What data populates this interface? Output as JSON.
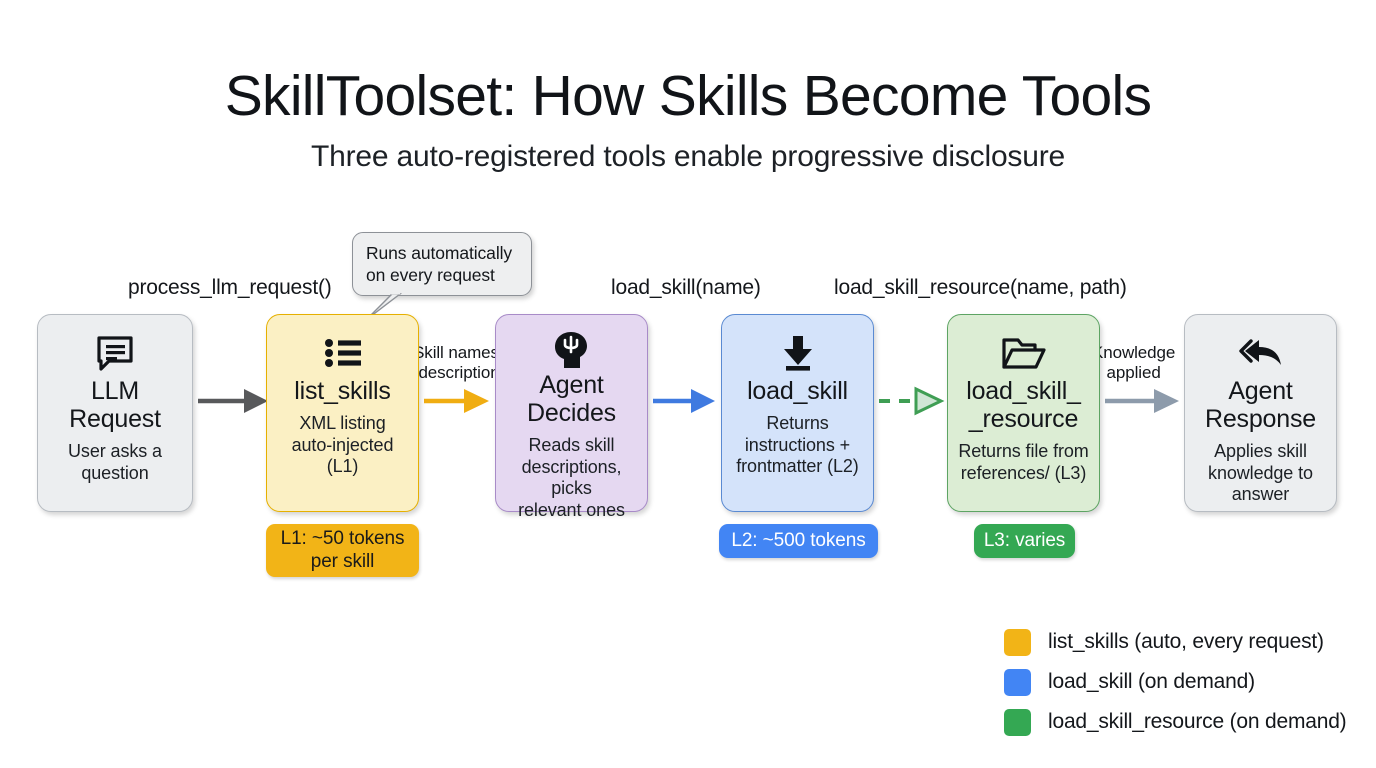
{
  "header": {
    "title": "SkillToolset: How Skills Become Tools",
    "subtitle": "Three auto-registered tools enable progressive disclosure"
  },
  "callout": {
    "line1": "Runs automatically",
    "line2": "on every request"
  },
  "fn_labels": {
    "process": "process_llm_request()",
    "load_skill": "load_skill(name)",
    "load_skill_resource": "load_skill_resource(name, path)"
  },
  "edge_labels": {
    "skill_names_line1": "Skill names",
    "skill_names_line2": "+ descriptions",
    "knowledge_line1": "Knowledge",
    "knowledge_line2": "applied"
  },
  "nodes": [
    {
      "id": "llm-request",
      "icon": "speech-bubble-icon",
      "title_line1": "LLM",
      "title_line2": "Request",
      "sub_line1": "User asks a",
      "sub_line2": "question",
      "fill": "#eceef0",
      "stroke": "#b7bcc2"
    },
    {
      "id": "list-skills",
      "icon": "bulleted-list-icon",
      "title_line1": "list_skills",
      "title_line2": "",
      "sub_line1": "XML listing",
      "sub_line2": "auto-injected (L1)",
      "fill": "#fbf0c4",
      "stroke": "#e6b000"
    },
    {
      "id": "agent-decides",
      "icon": "head-psi-icon",
      "title_line1": "Agent",
      "title_line2": "Decides",
      "sub_line1": "Reads skill",
      "sub_line2": "descriptions, picks",
      "sub_line3": "relevant ones",
      "fill": "#e5d8f1",
      "stroke": "#a88bc8"
    },
    {
      "id": "load-skill",
      "icon": "download-icon",
      "title_line1": "load_skill",
      "title_line2": "",
      "sub_line1": "Returns",
      "sub_line2": "instructions +",
      "sub_line3": "frontmatter (L2)",
      "fill": "#d4e3fa",
      "stroke": "#5a8ad2"
    },
    {
      "id": "load-skill-resource",
      "icon": "open-folder-icon",
      "title_line1": "load_skill_",
      "title_line2": "_resource",
      "sub_line1": "Returns file from",
      "sub_line2": "references/ (L3)",
      "fill": "#dcedd4",
      "stroke": "#5da463"
    },
    {
      "id": "agent-response",
      "icon": "reply-arrow-icon",
      "title_line1": "Agent",
      "title_line2": "Response",
      "sub_line1": "Applies skill",
      "sub_line2": "knowledge to",
      "sub_line3": "answer",
      "fill": "#d1d4d7",
      "stroke": "#a3a8ad"
    }
  ],
  "badges": {
    "l1_line1": "L1: ~50 tokens",
    "l1_line2": "per skill",
    "l1_color": "#f2b417",
    "l2": "L2: ~500 tokens",
    "l2_color": "#4285f4",
    "l3": "L3: varies",
    "l3_color": "#34a853"
  },
  "legend": [
    {
      "label": "list_skills (auto, every request)",
      "color": "#f2b417"
    },
    {
      "label": "load_skill (on demand)",
      "color": "#4285f4"
    },
    {
      "label": "load_skill_resource (on demand)",
      "color": "#34a853"
    }
  ]
}
